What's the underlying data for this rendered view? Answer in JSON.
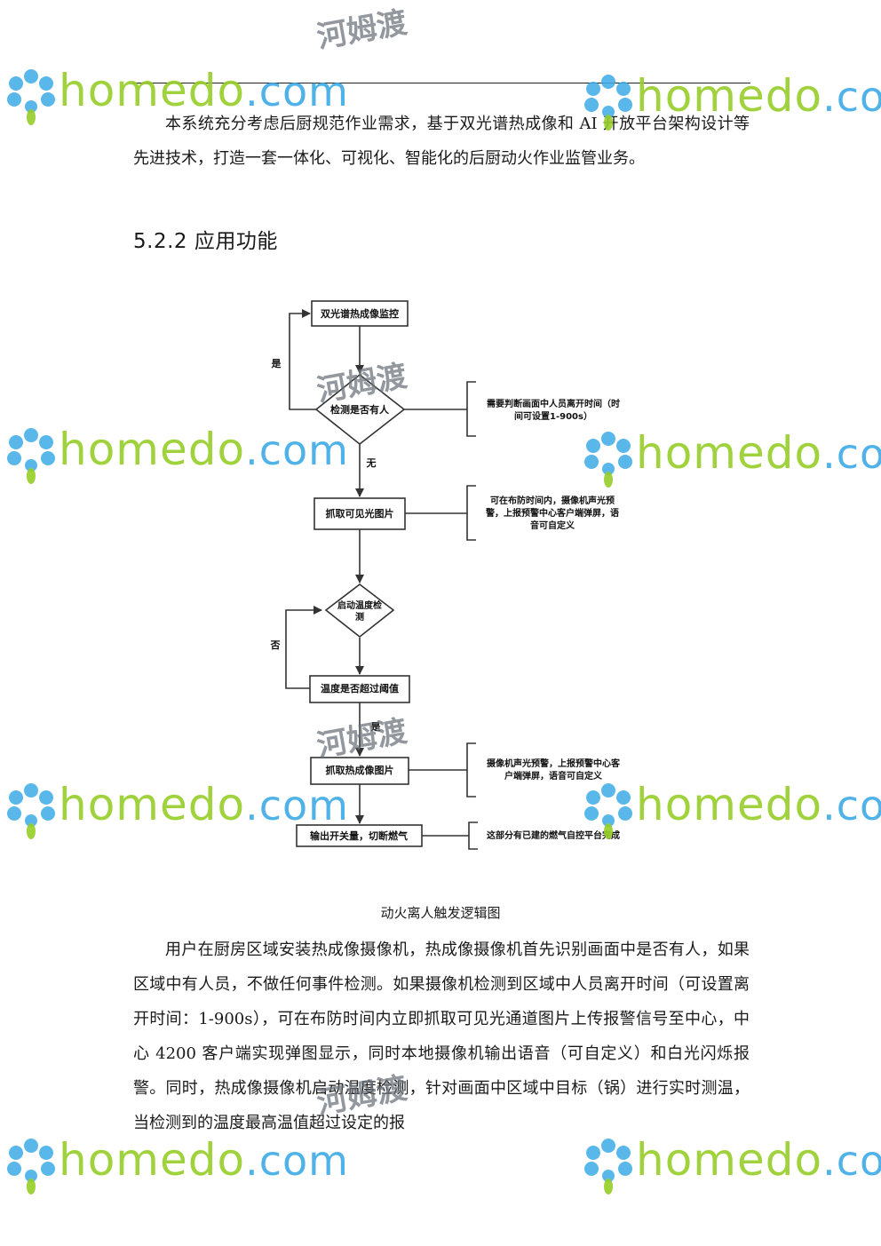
{
  "document": {
    "intro_paragraph": "本系统充分考虑后厨规范作业需求，基于双光谱热成像和 AI 开放平台架构设计等先进技术，打造一套一体化、可视化、智能化的后厨动火作业监管业务。",
    "section_heading": "5.2.2 应用功能",
    "figure_caption": "动火离人触发逻辑图",
    "body_paragraph": "用户在厨房区域安装热成像摄像机，热成像摄像机首先识别画面中是否有人，如果区域中有人员，不做任何事件检测。如果摄像机检测到区域中人员离开时间（可设置离开时间：1-900s），可在布防时间内立即抓取可见光通道图片上传报警信号至中心，中心 4200 客户端实现弹图显示，同时本地摄像机输出语音（可自定义）和白光闪烁报警。同时，热成像摄像机启动温度检测，针对画面中区域中目标（锅）进行实时测温，当检测到的温度最高温值超过设定的报"
  },
  "flowchart": {
    "nodes": {
      "monitor": "双光谱热成像监控",
      "detect_person": "检测是否有人",
      "capture_visible": "抓取可见光图片",
      "temp_detect_1": "启动温度检",
      "temp_detect_2": "测",
      "over_threshold": "温度是否超过阈值",
      "capture_thermal": "抓取热成像图片",
      "output_switch": "输出开关量，切断燃气"
    },
    "edge_labels": {
      "yes_loop": "是",
      "none": "无",
      "no_loop": "否",
      "yes_down": "是"
    },
    "notes": {
      "note1_line1": "需要判断画面中人员离开时间（时",
      "note1_line2": "间可设置1-900s）",
      "note2_line1": "可在布防时间内，摄像机声光预",
      "note2_line2": "警，上报预警中心客户端弹屏，语",
      "note2_line3": "音可自定义",
      "note3_line1": "摄像机声光预警，上报预警中心客",
      "note3_line2": "户端弹屏，语音可自定义",
      "note4_line1": "这部分有已建的燃气自控平台完成"
    }
  },
  "watermark": {
    "brand_green": "homedo",
    "brand_blue": ".com",
    "brand_cn": "河姆渡",
    "colors": {
      "green": "#96cd28",
      "blue": "#3caae6",
      "gray": "#697078"
    }
  }
}
